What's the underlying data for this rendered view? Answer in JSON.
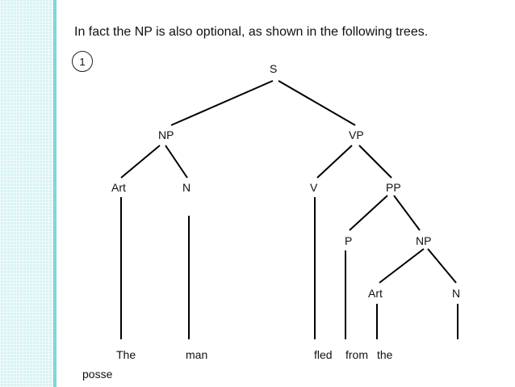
{
  "slide": {
    "heading": "In fact the NP is also optional, as shown in the following trees.",
    "tree_number": "1"
  },
  "tree": {
    "nodes": {
      "s": "S",
      "np1": "NP",
      "vp": "VP",
      "art1": "Art",
      "n1": "N",
      "v": "V",
      "pp": "PP",
      "p": "P",
      "np2": "NP",
      "art2": "Art",
      "n2": "N"
    },
    "words": {
      "the1": "The",
      "posse": "posse",
      "man": "man",
      "fled": "fled",
      "from": "from",
      "the2": "the"
    }
  },
  "colors": {
    "accent_stripe": "#d9f3f4",
    "stripe_edge": "#7fd6d9",
    "lines": "#000000"
  }
}
